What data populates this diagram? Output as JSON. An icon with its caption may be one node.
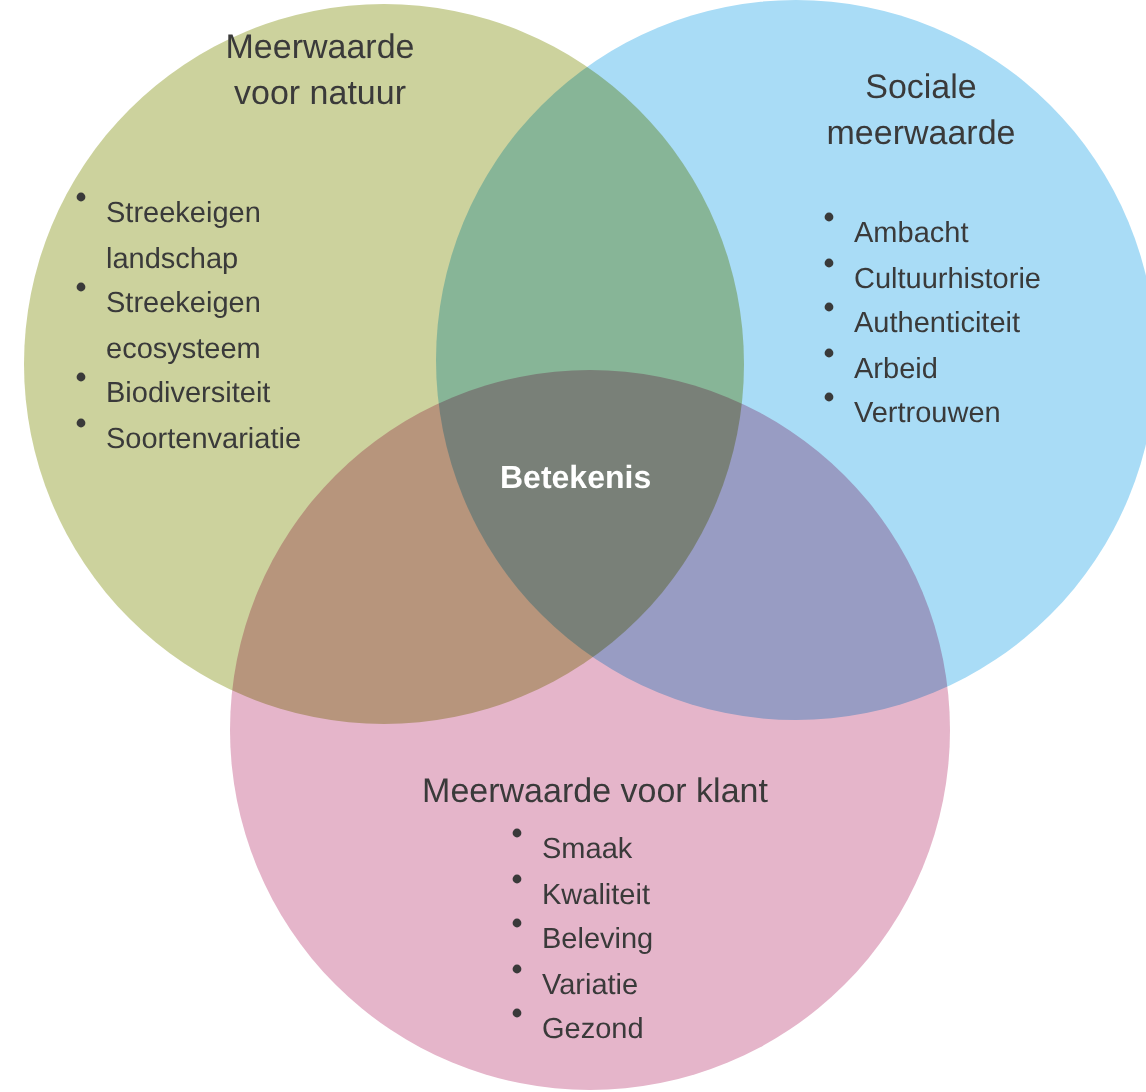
{
  "diagram": {
    "nodes": [
      {
        "text": [
          "Meerwaarde voor natuur",
          "Streekeigen landschap",
          "Streekeigen ecosysteem",
          "Biodiversiteit",
          "Soortenvariatie"
        ]
      },
      {
        "text": [
          "Sociale meerwaarde",
          "Ambacht",
          "Cultuurhistorie",
          "Authenticiteit",
          "Arbeid",
          "Vertrouwen"
        ]
      },
      {
        "text": [
          "Meerwaarde voor klant",
          "Smaak",
          "Kwaliteit",
          "Beleving",
          "Variatie",
          "Gezond"
        ]
      }
    ],
    "labels": [
      "Betekenis"
    ]
  }
}
